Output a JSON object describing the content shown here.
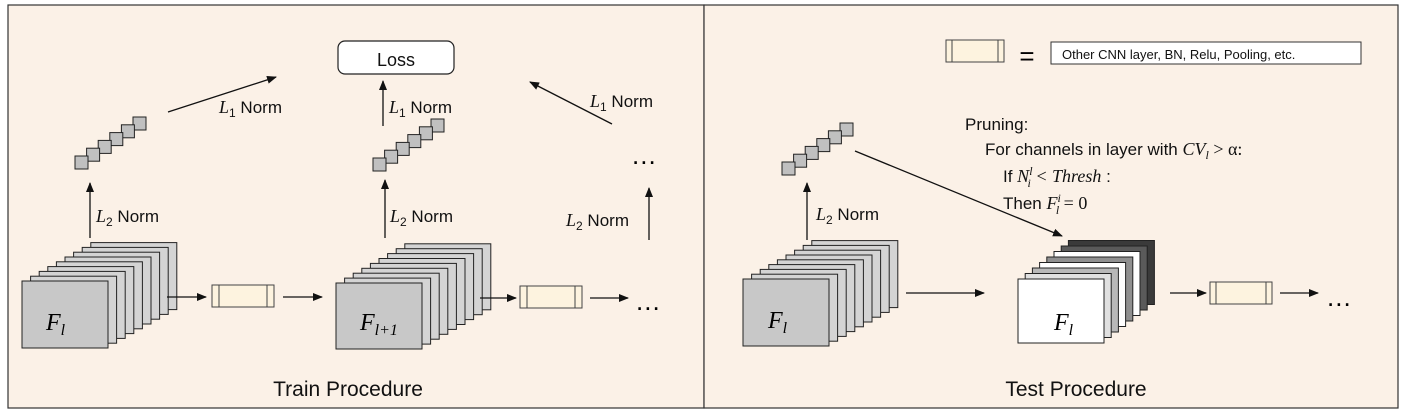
{
  "train": {
    "title": "Train Procedure",
    "loss_label": "Loss",
    "feature_maps": [
      {
        "base": "F",
        "sub": "l"
      },
      {
        "base": "F",
        "sub": "l+1"
      }
    ],
    "l2_labels": [
      {
        "base": "L",
        "sub": "2",
        "text": " Norm"
      },
      {
        "base": "L",
        "sub": "2",
        "text": " Norm"
      },
      {
        "base": "L",
        "sub": "2",
        "text": " Norm"
      }
    ],
    "l1_labels": [
      {
        "base": "L",
        "sub": "1",
        "text": " Norm"
      },
      {
        "base": "L",
        "sub": "1",
        "text": " Norm"
      },
      {
        "base": "L",
        "sub": "1",
        "text": " Norm"
      }
    ],
    "ellipsis": "..."
  },
  "test": {
    "title": "Test Procedure",
    "legend_equals": "=",
    "legend_text": "Other CNN layer, BN, Relu, Pooling, etc.",
    "pruning_title": "Pruning:",
    "rule_1_prefix": "For channels in layer with ",
    "rule_1_math_base": "CV",
    "rule_1_math_sub": "l",
    "rule_1_math_tail": " > α:",
    "rule_2_prefix": "If ",
    "rule_2_math_base": "N",
    "rule_2_math_sub": "i",
    "rule_2_math_sup": "l",
    "rule_2_math_tail": " < Thresh",
    "rule_2_suffix": " :",
    "rule_3_prefix": "Then ",
    "rule_3_math_base": "F",
    "rule_3_math_sub": "l",
    "rule_3_math_sup": "i",
    "rule_3_math_tail": " = 0",
    "feature_maps": [
      {
        "base": "F",
        "sub": "l"
      },
      {
        "base": "F",
        "sub": "l"
      }
    ],
    "l2_label": {
      "base": "L",
      "sub": "2",
      "text": " Norm"
    },
    "ellipsis": "..."
  },
  "colors": {
    "panel_bg": "#fbf1e7",
    "layer_fill": "#fdf3df",
    "map_fill": "#d4d4d4",
    "map_front_fill": "#c8c8c8",
    "vector_fill": "#c0c0c0",
    "pruned_fill": "#ffffff",
    "pruned_dark": "#3a3a3a"
  }
}
